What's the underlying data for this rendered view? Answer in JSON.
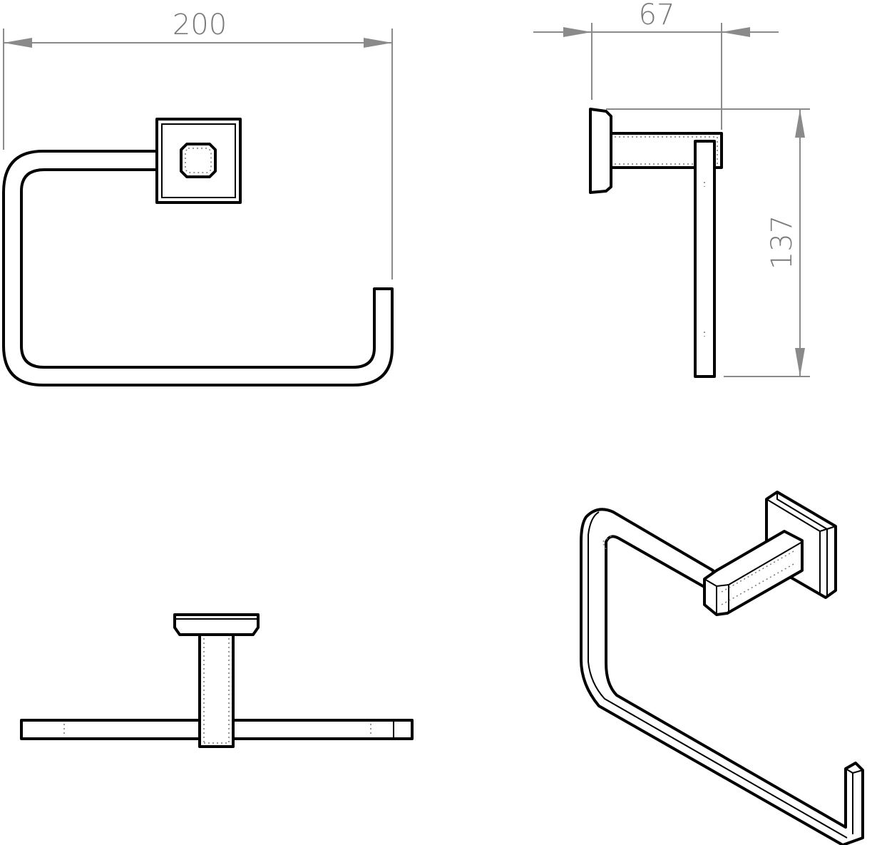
{
  "dimensions": {
    "width": "200",
    "depth": "67",
    "height": "137"
  },
  "colors": {
    "line": "#000000",
    "dimension": "#8a8a8a"
  }
}
